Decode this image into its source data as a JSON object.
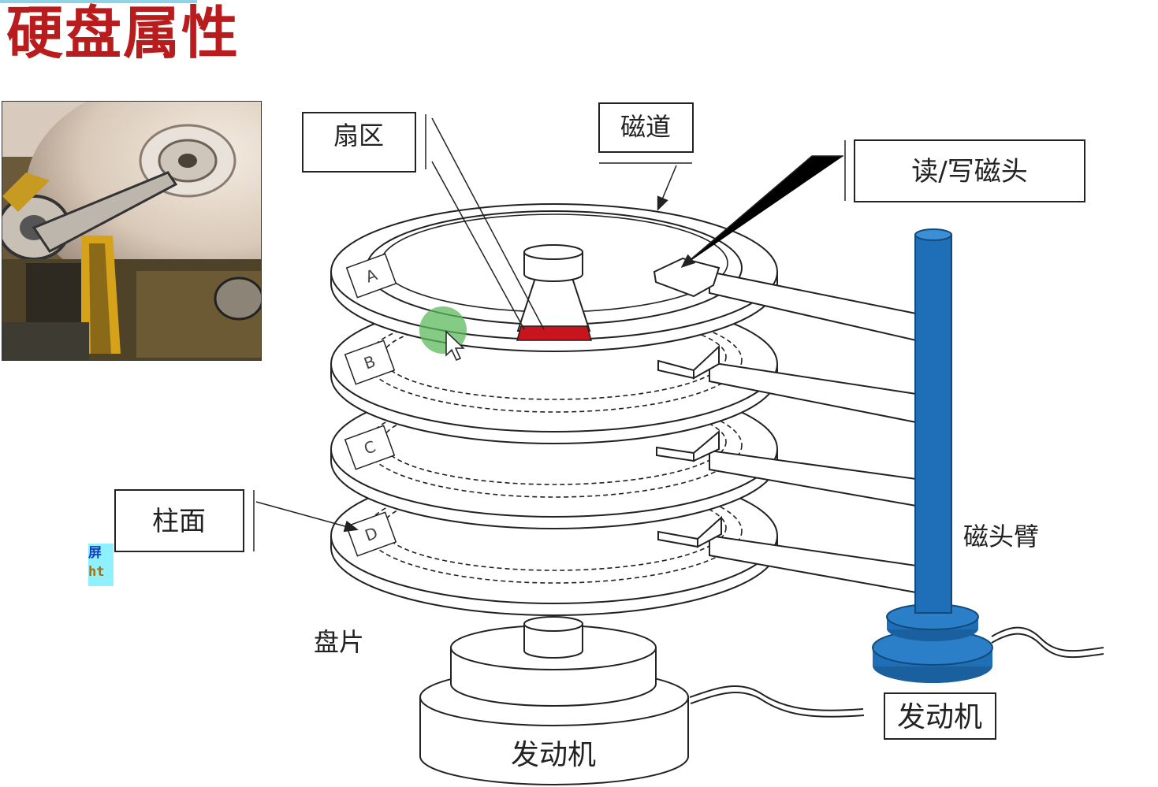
{
  "title": "硬盘属性",
  "labels": {
    "sector": "扇区",
    "track": "磁道",
    "read_write_head": "读/写磁头",
    "cylinder": "柱面",
    "platter": "盘片",
    "head_arm": "磁头臂",
    "motor_spindle": "发动机",
    "motor_arm": "发动机"
  },
  "platter_marks": [
    "A",
    "B",
    "C",
    "D"
  ],
  "overlay_tag": {
    "line1": "屏",
    "line2": "ht"
  },
  "colors": {
    "title": "#b81c1c",
    "sector_highlight": "#c8141c",
    "arm": "#1f6fb8",
    "cursor_highlight": "#5cb85c"
  }
}
